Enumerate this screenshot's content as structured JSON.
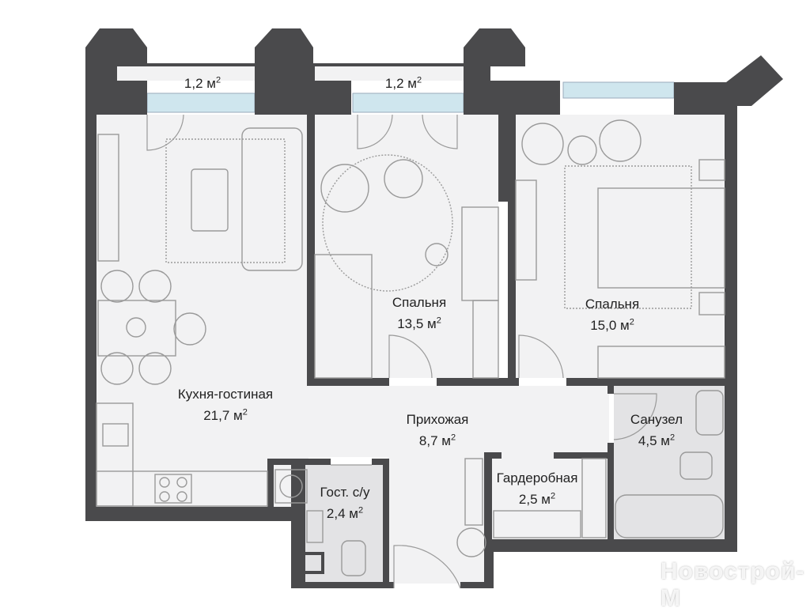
{
  "rooms": [
    {
      "id": "balcony-1",
      "name": "",
      "area": "1,2 м",
      "sup": "2"
    },
    {
      "id": "balcony-2",
      "name": "",
      "area": "1,2 м",
      "sup": "2"
    },
    {
      "id": "kitchen-living",
      "name": "Кухня-гостиная",
      "area": "21,7 м",
      "sup": "2"
    },
    {
      "id": "bedroom-1",
      "name": "Спальня",
      "area": "13,5 м",
      "sup": "2"
    },
    {
      "id": "bedroom-2",
      "name": "Спальня",
      "area": "15,0 м",
      "sup": "2"
    },
    {
      "id": "hallway",
      "name": "Прихожая",
      "area": "8,7 м",
      "sup": "2"
    },
    {
      "id": "bathroom",
      "name": "Санузел",
      "area": "4,5 м",
      "sup": "2"
    },
    {
      "id": "wardrobe",
      "name": "Гардеробная",
      "area": "2,5 м",
      "sup": "2"
    },
    {
      "id": "guest-wc",
      "name": "Гост. с/у",
      "area": "2,4 м",
      "sup": "2"
    }
  ],
  "watermark": "Новострой-М",
  "colors": {
    "wall": "#4a4a4c",
    "floor": "#f2f2f3",
    "wet": "#e3e3e5",
    "window": "#cfe6ee",
    "furniture": "#9a9a9a"
  }
}
